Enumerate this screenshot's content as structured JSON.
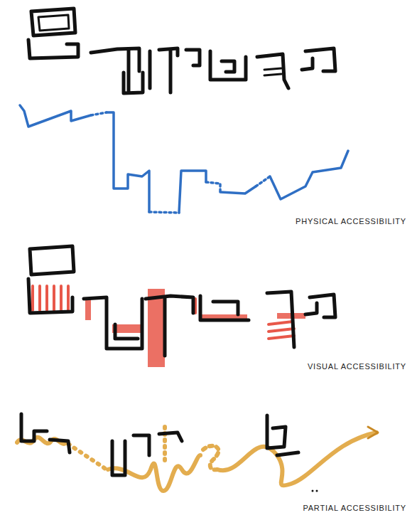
{
  "diagram": {
    "labels": [
      "PHYSICAL ACCESSIBILITY",
      "VISUAL ACCESSIBILITY",
      "PARTIAL ACCESSIBILITY"
    ]
  }
}
